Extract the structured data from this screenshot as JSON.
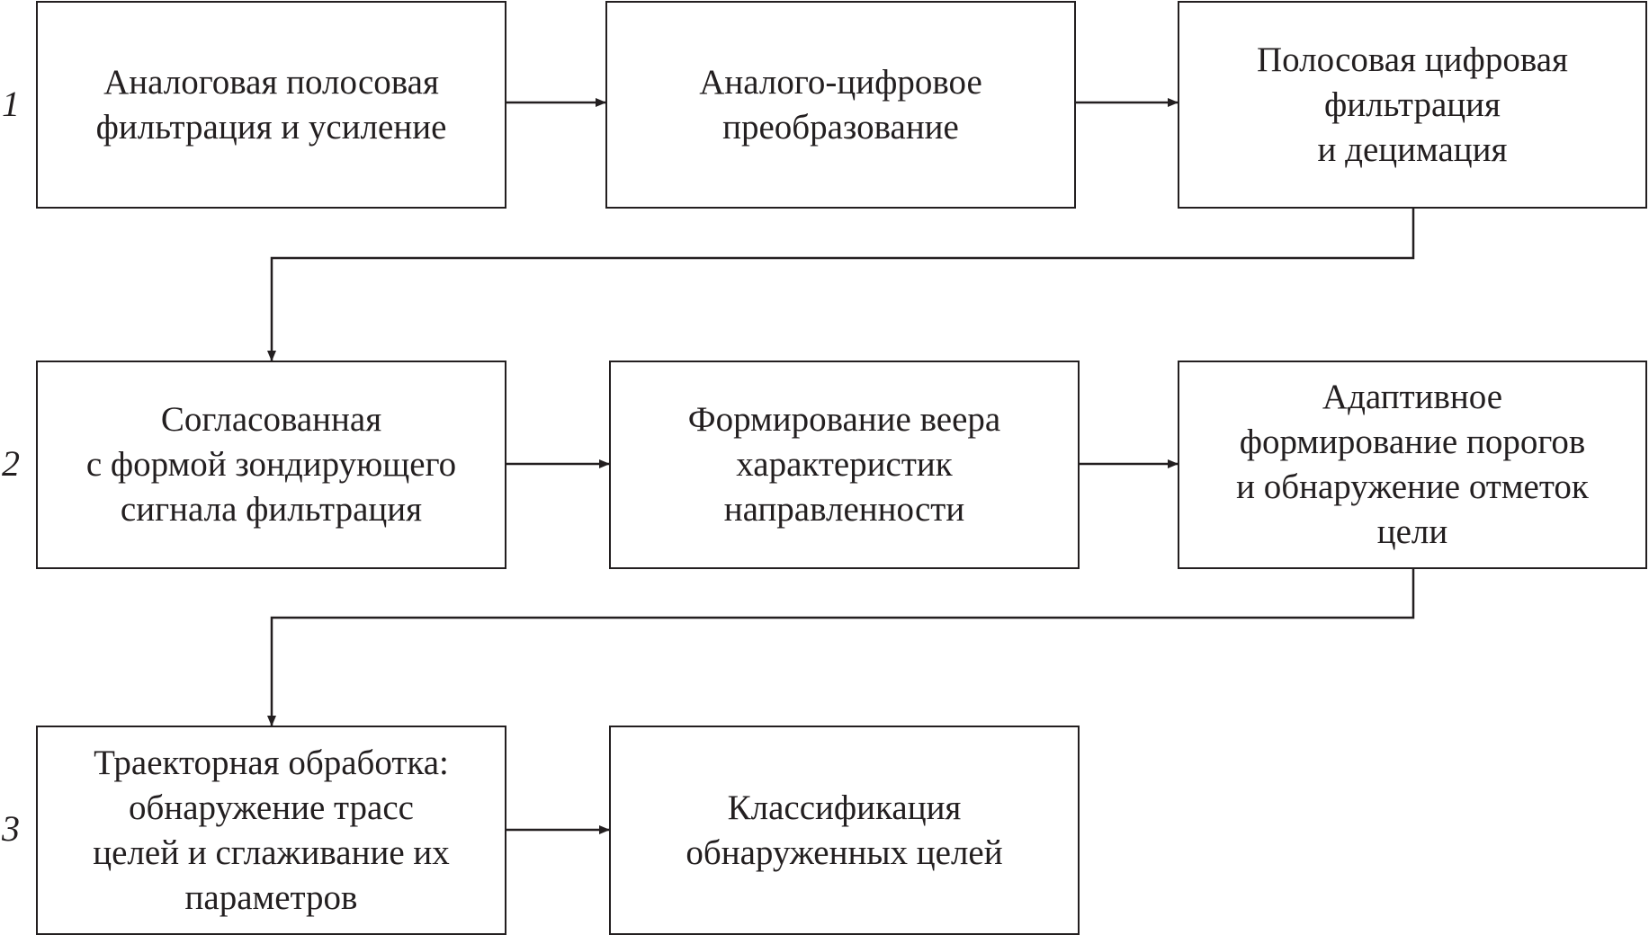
{
  "rows": [
    {
      "label": "1"
    },
    {
      "label": "2"
    },
    {
      "label": "3"
    }
  ],
  "blocks": {
    "analog_filter": "Аналоговая полосовая\nфильтрация и усиление",
    "adc": "Аналого-цифровое\nпреобразование",
    "digital_filter": "Полосовая цифровая\nфильтрация\nи децимация",
    "matched_filter": "Согласованная\nс формой зондирующего\nсигнала фильтрация",
    "beamforming": "Формирование веера\nхарактеристик\nнаправленности",
    "adaptive_detection": "Адаптивное\nформирование порогов\nи обнаружение отметок\nцели",
    "tracking": "Траекторная обработка:\nобнаружение трасс\nцелей и сглаживание их\nпараметров",
    "classification": "Классификация\nобнаруженных целей"
  },
  "colors": {
    "line": "#231f20",
    "background": "#ffffff"
  }
}
